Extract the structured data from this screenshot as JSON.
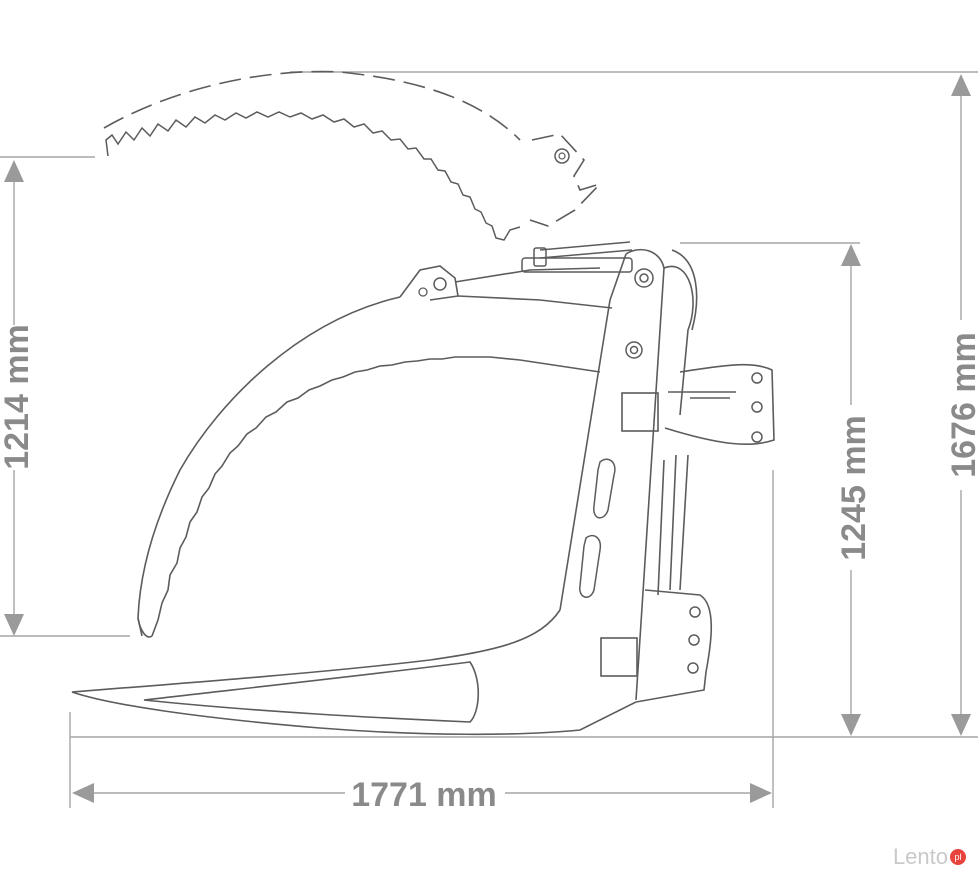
{
  "dimensions": {
    "width": "1771 mm",
    "height_left": "1214 mm",
    "height_mid": "1245 mm",
    "height_right": "1676 mm"
  },
  "watermark": {
    "text": "Lento",
    "badge": "pl"
  },
  "colors": {
    "line": "#5c5c5c",
    "dimension": "#9a9a9a",
    "dimension_text": "#8a8a8a"
  }
}
